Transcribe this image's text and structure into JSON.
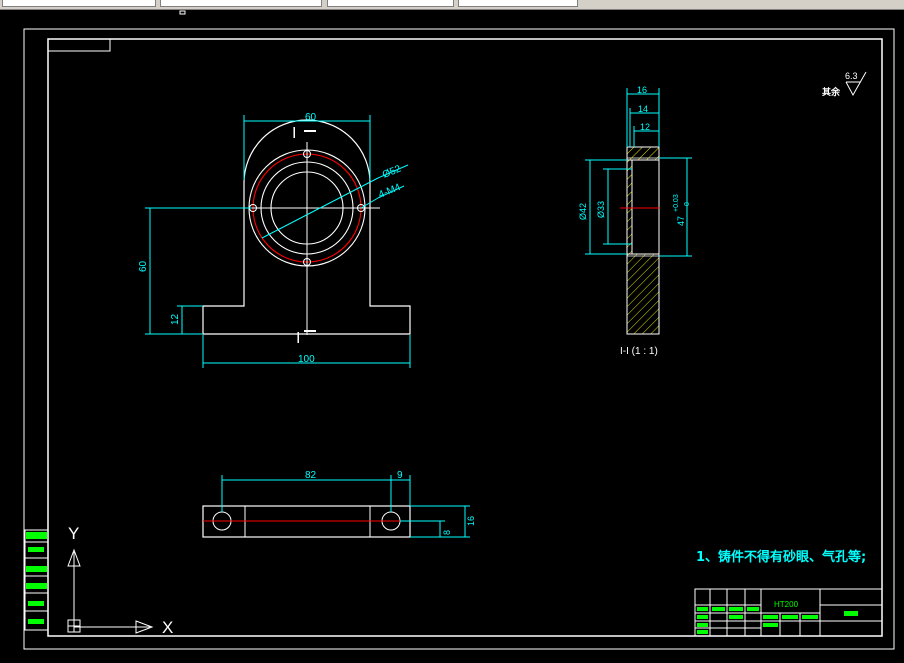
{
  "toolbar": {
    "fields": [
      "",
      "",
      "",
      ""
    ]
  },
  "dims": {
    "front_width": "60",
    "front_height": "60",
    "base_height": "12",
    "base_width": "100",
    "phi52": "Ø52",
    "holes": "4-M4",
    "section_mark_top": "I",
    "section_mark_bottom": "I",
    "top_len": "82",
    "top_offset": "9",
    "top_small": "8",
    "top_thick": "16",
    "sec_16": "16",
    "sec_14": "14",
    "sec_12": "12",
    "sec_phi42": "Ø42",
    "sec_phi33": "Ø33",
    "sec_47": "47",
    "sec_tol": "+0.03",
    "sec_tol0": "0"
  },
  "section_label": "I-I  (1 : 1)",
  "roughness": {
    "value": "6.3",
    "label": "其余"
  },
  "note": "1、铸件不得有砂眼、气孔等;",
  "title_block": {
    "material": "HT200"
  },
  "ucs": {
    "x_label": "X",
    "y_label": "Y"
  },
  "colors": {
    "white": "#ffffff",
    "cyan": "#00ffff",
    "red": "#ff0000",
    "green": "#00ff00",
    "yellow": "#ffff00"
  }
}
